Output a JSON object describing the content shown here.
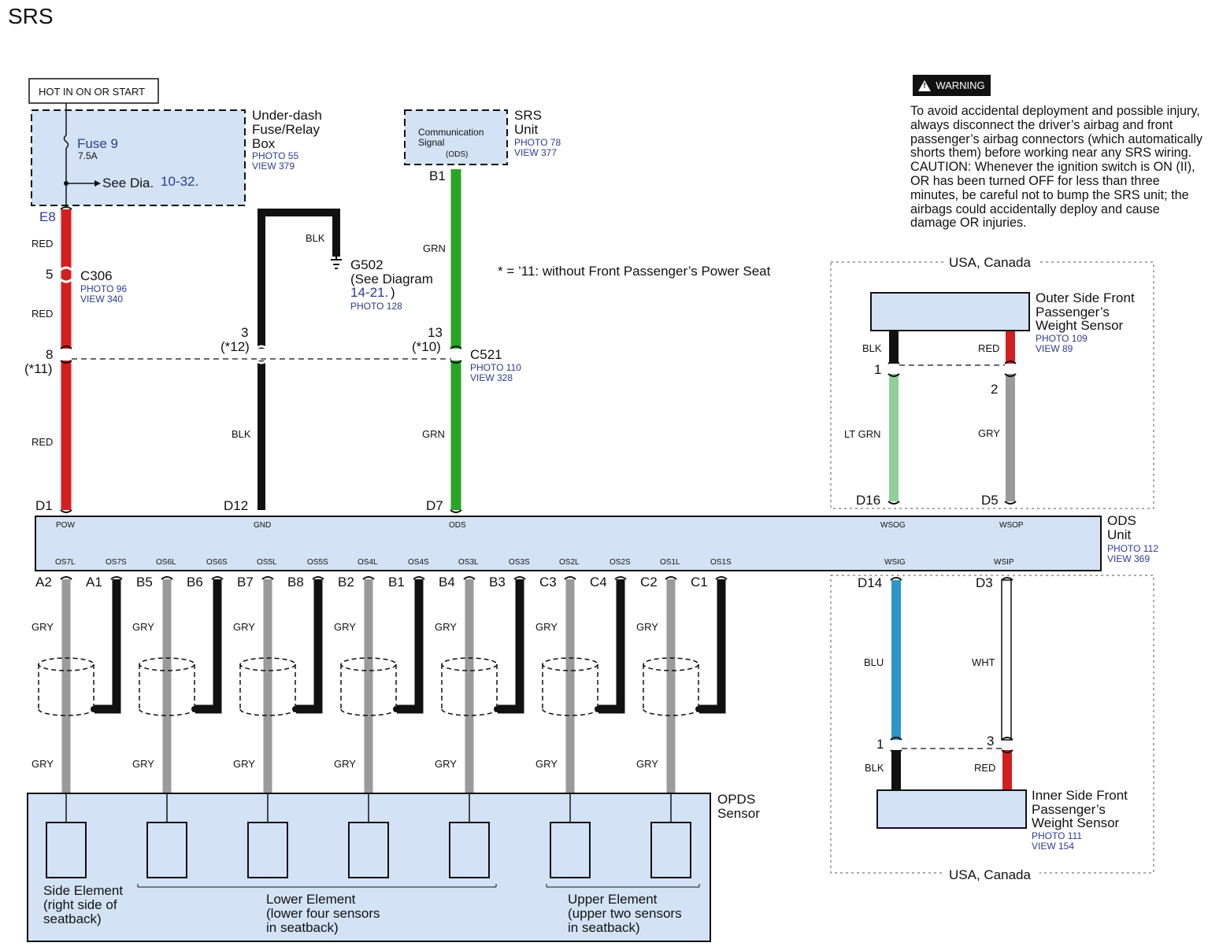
{
  "page_title": "SRS",
  "hot_in": "HOT IN ON OR START",
  "fuse_box": {
    "fuse": "Fuse 9",
    "amp": "7.5A",
    "see_prefix": "See Dia.",
    "see_ref": "10-32.",
    "name": [
      "Under-dash",
      "Fuse/Relay",
      "Box"
    ],
    "photo": "PHOTO 55",
    "view": "VIEW 379"
  },
  "srs_unit": {
    "inner": [
      "Communication",
      "Signal",
      "(ODS)"
    ],
    "name": [
      "SRS",
      "Unit"
    ],
    "photo": "PHOTO 78",
    "view": "VIEW 377",
    "pin": "B1"
  },
  "ground": {
    "name": "G502",
    "see": "(See Diagram",
    "ref": "14-21.",
    "close": ")",
    "photo": "PHOTO 128"
  },
  "note": "* =  ’11: without Front Passenger’s Power Seat",
  "c306": {
    "name": "C306",
    "photo": "PHOTO 96",
    "view": "VIEW 340",
    "pin": "5"
  },
  "c521": {
    "name": "C521",
    "photo": "PHOTO 110",
    "view": "VIEW 328"
  },
  "e8": "E8",
  "left_pins": {
    "p8": "8",
    "p8_note": "(*11)",
    "p3": "3",
    "p3_note": "(*12)",
    "p13": "13",
    "p13_note": "(*10)"
  },
  "wire_labels": {
    "red": "RED",
    "blk": "BLK",
    "grn": "GRN",
    "gry": "GRY",
    "ltgrn": "LT GRN",
    "blu": "BLU",
    "wht": "WHT"
  },
  "ods_unit": {
    "name": [
      "ODS",
      "Unit"
    ],
    "photo": "PHOTO 112",
    "view": "VIEW 369",
    "top_terms": {
      "pow": "POW",
      "gnd": "GND",
      "ods": "ODS",
      "wsog": "WSOG",
      "wsop": "WSOP"
    },
    "top_pins": {
      "d1": "D1",
      "d12": "D12",
      "d7": "D7",
      "d16": "D16",
      "d5": "D5"
    },
    "bottom_terms": [
      "OS7L",
      "OS7S",
      "OS6L",
      "OS6S",
      "OS5L",
      "OS5S",
      "OS4L",
      "OS4S",
      "OS3L",
      "OS3S",
      "OS2L",
      "OS2S",
      "OS1L",
      "OS1S"
    ],
    "bottom_pins": [
      "A2",
      "A1",
      "B5",
      "B6",
      "B7",
      "B8",
      "B2",
      "B1",
      "B4",
      "B3",
      "C3",
      "C4",
      "C2",
      "C1"
    ],
    "wsig": "WSIG",
    "wsip": "WSIP",
    "d14": "D14",
    "d3": "D3"
  },
  "opds": {
    "name": [
      "OPDS",
      "Sensor"
    ],
    "side": [
      "Side Element",
      "(right side of",
      "seatback)"
    ],
    "lower": [
      "Lower Element",
      "(lower four sensors",
      "in seatback)"
    ],
    "upper": [
      "Upper Element",
      "(upper two sensors",
      "in seatback)"
    ]
  },
  "outer_sensor": {
    "name": [
      "Outer Side Front",
      "Passenger’s",
      "Weight Sensor"
    ],
    "photo": "PHOTO 109",
    "view": "VIEW 89",
    "pin1": "1",
    "pin2": "2"
  },
  "inner_sensor": {
    "name": [
      "Inner Side Front",
      "Passenger’s",
      "Weight Sensor"
    ],
    "photo": "PHOTO 111",
    "view": "VIEW 154",
    "pin1": "1",
    "pin3": "3"
  },
  "region_label": "USA, Canada",
  "warning": {
    "badge": "WARNING",
    "text": "To avoid accidental deployment and possible injury, always disconnect the driver’s airbag and front passenger’s airbag connectors (which automatically shorts them) before working near any SRS wiring.",
    "caution": "CAUTION: Whenever the ignition switch is ON (II), OR has been turned OFF for less than three minutes, be careful not to bump the SRS unit; the airbags could accidentally deploy and cause damage OR injuries."
  },
  "colors": {
    "box_fill": "#d3e3f5",
    "red": "#d21f1f",
    "black": "#111111",
    "green": "#28a428",
    "gray": "#9a9a9a",
    "lt_green": "#8fcf98",
    "blue": "#2e95c9",
    "link_blue": "#2b3c8f"
  }
}
